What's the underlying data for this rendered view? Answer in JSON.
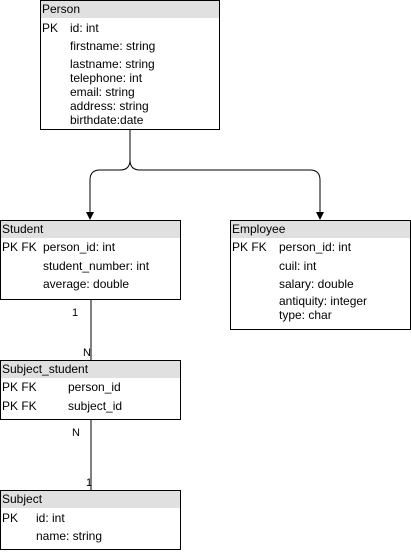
{
  "entities": {
    "person": {
      "name": "Person",
      "key": "PK",
      "attrs": [
        "id: int",
        "firstname: string",
        "lastname: string",
        "telephone: int",
        "email: string",
        "address: string",
        "birthdate:date"
      ]
    },
    "student": {
      "name": "Student",
      "key": "PK FK",
      "attrs": [
        "person_id: int",
        "student_number: int",
        "average: double"
      ]
    },
    "employee": {
      "name": "Employee",
      "key": "PK FK",
      "attrs": [
        "person_id: int",
        "cuil: int",
        "salary: double",
        "antiquity: integer",
        "type: char"
      ]
    },
    "subject_student": {
      "name": "Subject_student",
      "keys": [
        "PK FK",
        "PK FK"
      ],
      "attrs": [
        "person_id",
        "subject_id"
      ]
    },
    "subject": {
      "name": "Subject",
      "key": "PK",
      "attrs": [
        "id: int",
        "name: string"
      ]
    }
  },
  "cardinalities": {
    "student_to_link_top": "1",
    "student_to_link_bottom": "N",
    "link_to_subject_top": "N",
    "link_to_subject_bottom": "1"
  }
}
